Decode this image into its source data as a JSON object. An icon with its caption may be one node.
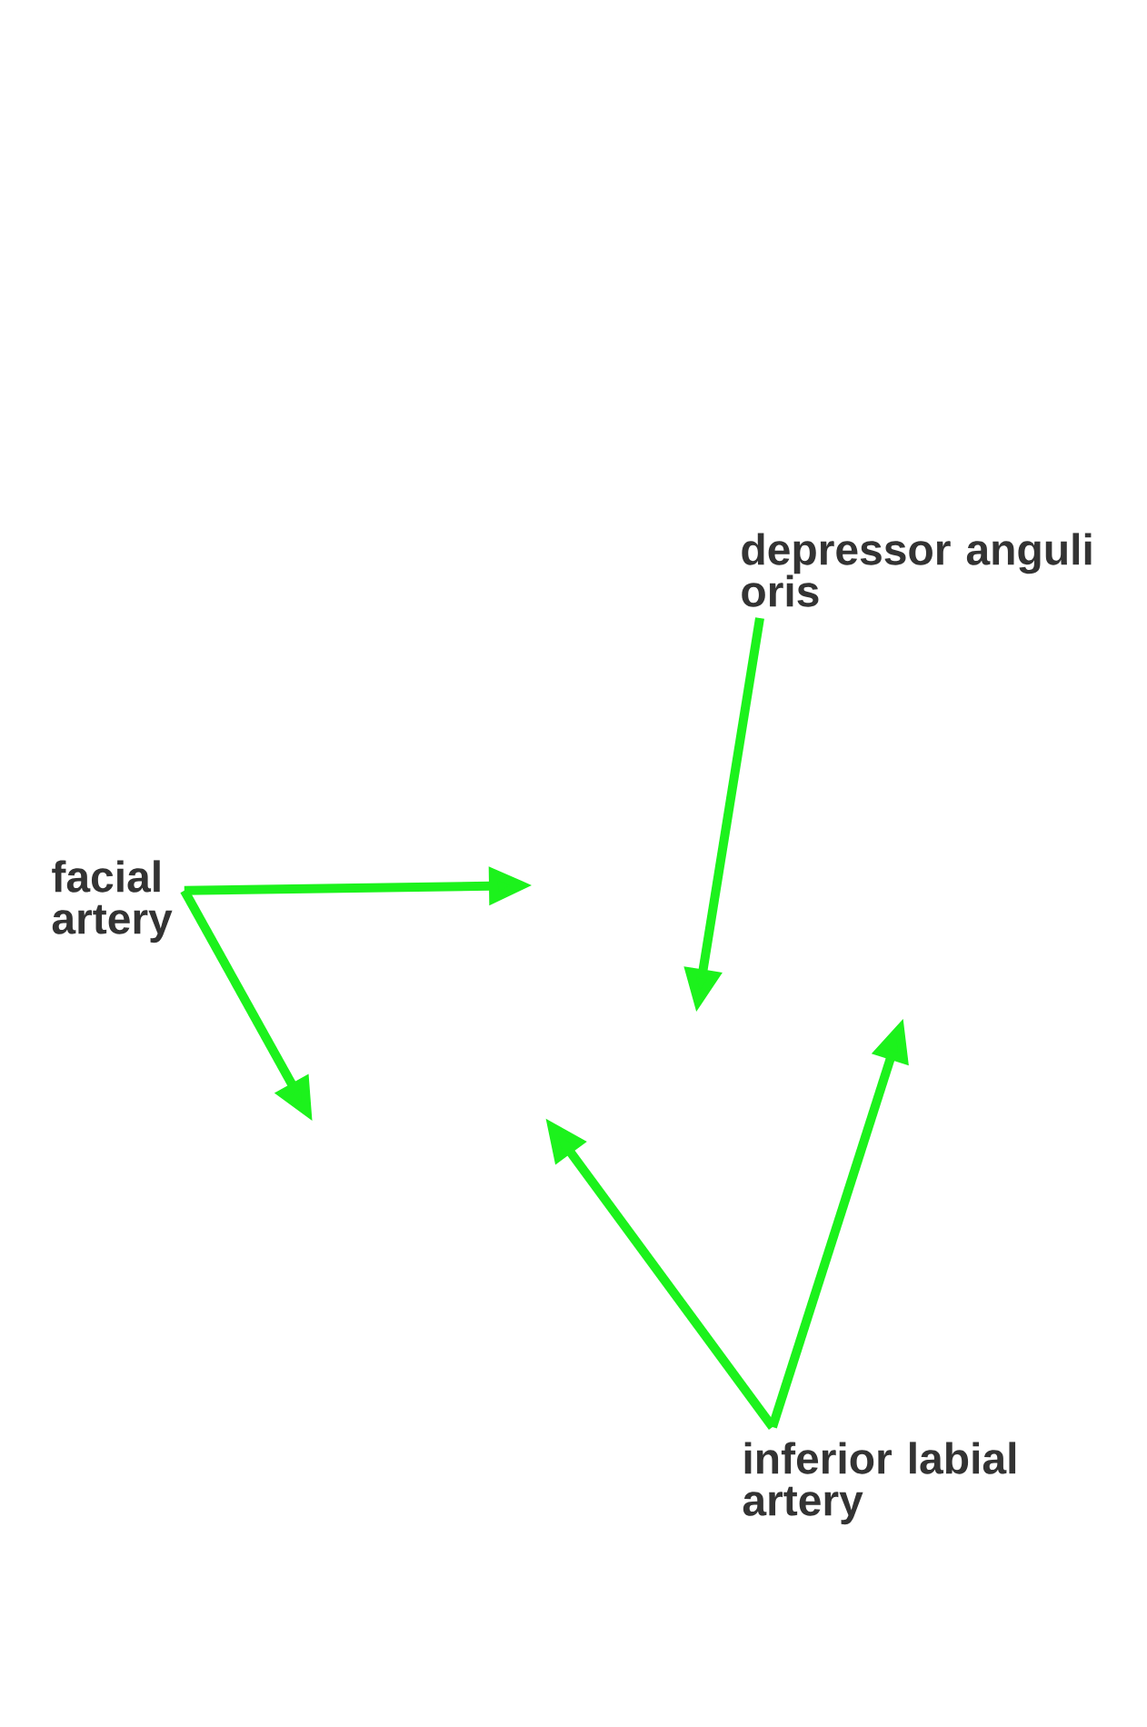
{
  "diagram": {
    "nodes": [
      {
        "text": [
          "depressor anguli oris"
        ]
      },
      {
        "text": [
          "facial artery"
        ]
      },
      {
        "text": [
          "inferior labial artery"
        ]
      }
    ],
    "edges": [
      {
        "from": 0,
        "to": null,
        "arrow": "to"
      },
      {
        "from": 1,
        "to": null,
        "arrow": "to"
      },
      {
        "from": 1,
        "to": null,
        "arrow": "to"
      },
      {
        "from": 2,
        "to": null,
        "arrow": "to"
      },
      {
        "from": 2,
        "to": null,
        "arrow": "to"
      }
    ]
  }
}
